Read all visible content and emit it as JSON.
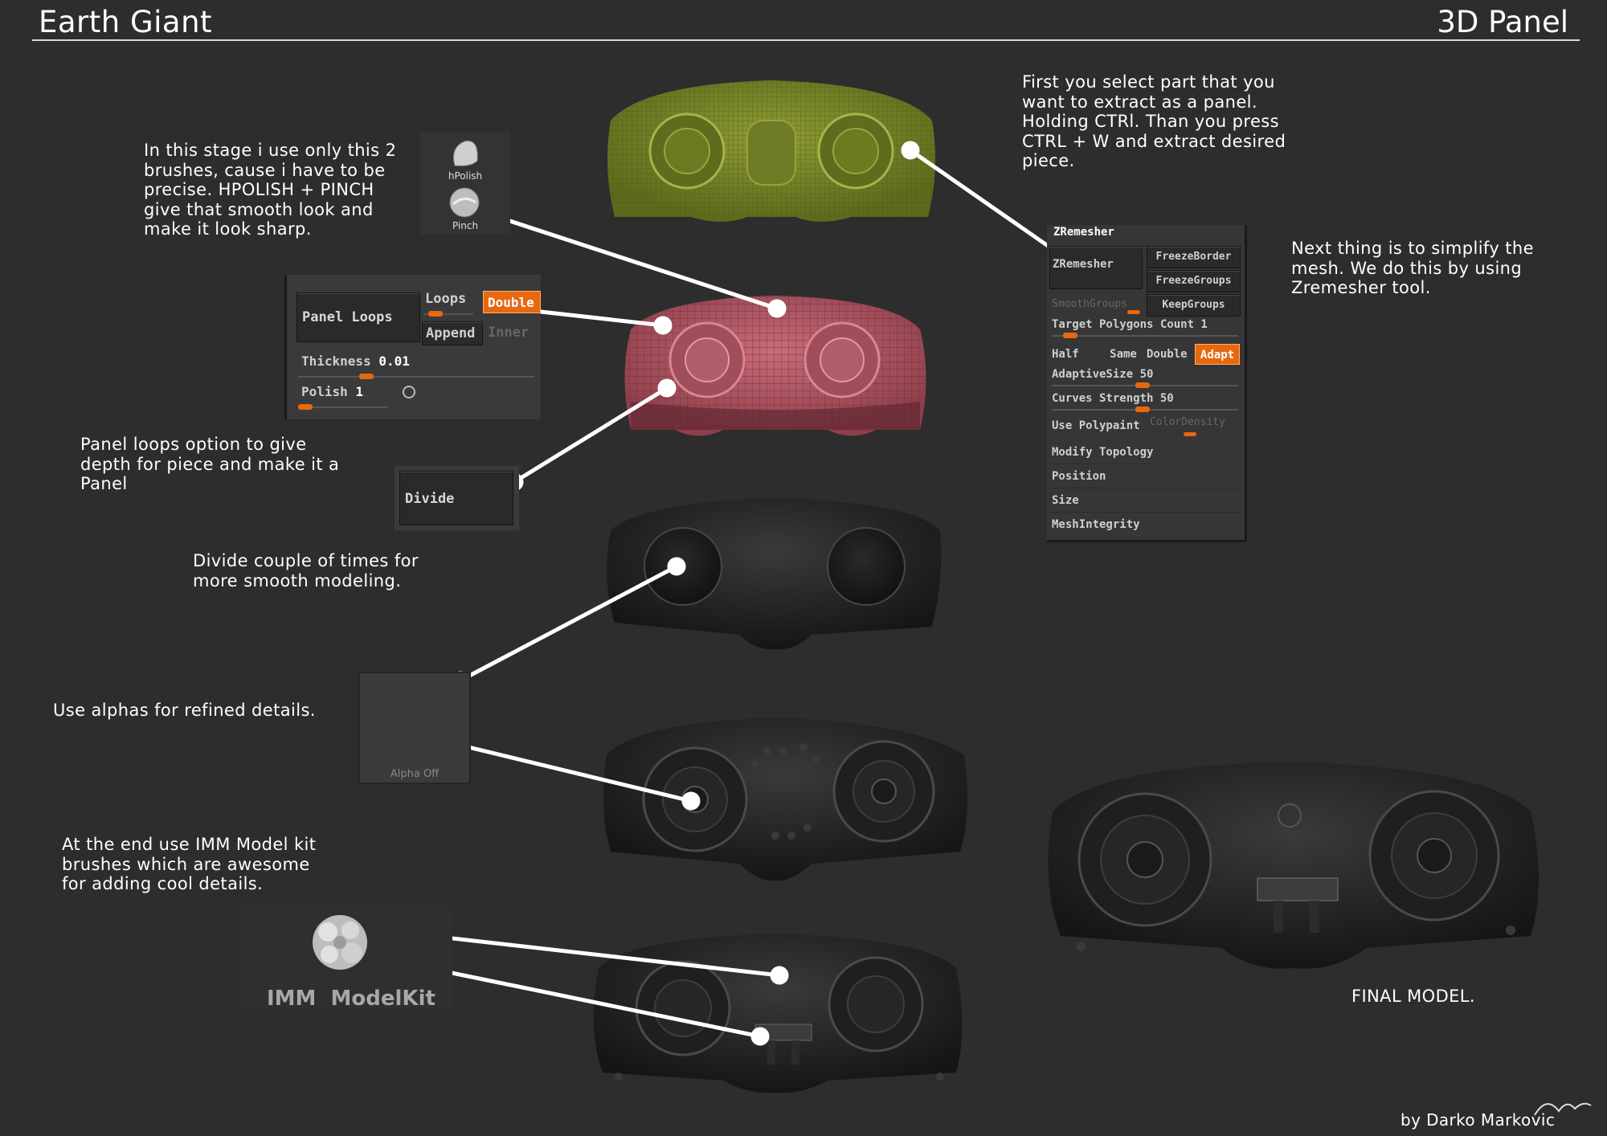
{
  "header": {
    "title_left": "Earth Giant",
    "title_right": "3D Panel"
  },
  "notes": {
    "brushes": "In this stage i use only this 2 brushes, cause i have to be precise. HPOLISH + PINCH give that smooth look and make it look sharp.",
    "extract": "First you select part that you want to extract as a panel. Holding CTRl. Than you press CTRL + W and extract desired piece.",
    "simplify": "Next thing is to simplify the mesh. We do this by using Zremesher tool.",
    "panel_loops": "Panel loops option to give depth for piece and make it a Panel",
    "divide": "Divide couple of times for more smooth modeling.",
    "alphas": "Use alphas for refined details.",
    "imm": "At the end use IMM Model kit brushes which are awesome for adding cool details.",
    "final": "FINAL MODEL.",
    "credit": "by Darko Markovic"
  },
  "brush_panel": {
    "hpolish": "hPolish",
    "pinch": "Pinch"
  },
  "panel_loops_ui": {
    "button": "Panel Loops",
    "loops": "Loops",
    "double": "Double",
    "append": "Append",
    "inner": "Inner",
    "thickness_label": "Thickness",
    "thickness_value": "0.01",
    "polish_label": "Polish",
    "polish_value": "1"
  },
  "divide_ui": {
    "button": "Divide"
  },
  "alpha_ui": {
    "label": "Alpha  Off"
  },
  "imm_ui": {
    "label": "IMM  ModelKit"
  },
  "zremesher_ui": {
    "header": "ZRemesher",
    "button": "ZRemesher",
    "freeze_border": "FreezeBorder",
    "freeze_groups": "FreezeGroups",
    "smooth_groups": "SmoothGroups",
    "keep_groups": "KeepGroups",
    "target_polygons": "Target Polygons Count 1",
    "half": "Half",
    "same": "Same",
    "double": "Double",
    "adapt": "Adapt",
    "adaptive_size": "AdaptiveSize 50",
    "curves_strength": "Curves Strength 50",
    "use_polypaint": "Use Polypaint",
    "color_density": "ColorDensity",
    "modify_topology": "Modify Topology",
    "position": "Position",
    "size": "Size",
    "mesh_integrity": "MeshIntegrity"
  },
  "colors": {
    "background": "#2d2d2d",
    "accent_orange": "#e8680f",
    "green_mesh": "#7d8a2c",
    "pink_mesh": "#b85c6a",
    "dark_mesh": "#202020"
  }
}
